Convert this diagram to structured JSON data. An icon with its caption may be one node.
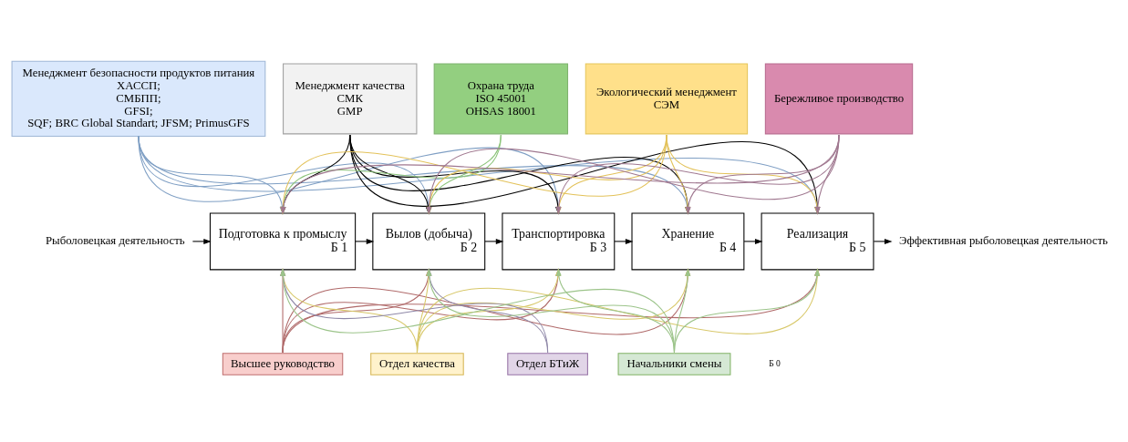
{
  "diagram": {
    "nodes": [
      {
        "text": [
          "Менеджмент безопасности продуктов питания",
          "ХАССП; СМБПП; GFSI; SQF; BRC Global Standart; JFSM; PrimusGFS"
        ]
      },
      {
        "text": [
          "Менеджмент качества",
          "СМК",
          "GMP"
        ]
      },
      {
        "text": [
          "Охрана труда",
          "ISO 45001",
          "OHSAS 18001"
        ]
      },
      {
        "text": [
          "Экологический менеджмент",
          "СЭМ"
        ]
      },
      {
        "text": [
          "Бережливое производство"
        ]
      },
      {
        "text": [
          "Рыболовецкая деятельность"
        ]
      },
      {
        "text": [
          "Подготовка к промыслу",
          "Б 1"
        ]
      },
      {
        "text": [
          "Вылов (добыча)",
          "Б 2"
        ]
      },
      {
        "text": [
          "Транспортировка",
          "Б 3"
        ]
      },
      {
        "text": [
          "Хранение",
          "Б 4"
        ]
      },
      {
        "text": [
          "Реализация",
          "Б 5"
        ]
      },
      {
        "text": [
          "Эффективная рыболовецкая деятельность"
        ]
      },
      {
        "text": [
          "Высшее руководство"
        ]
      },
      {
        "text": [
          "Отдел качества"
        ]
      },
      {
        "text": [
          "Отдел БТиЖ"
        ]
      },
      {
        "text": [
          "Начальники смены"
        ]
      }
    ],
    "edges": [
      {
        "from": 5,
        "to": 6,
        "arrow": "to"
      },
      {
        "from": 6,
        "to": 7,
        "arrow": "to"
      },
      {
        "from": 7,
        "to": 8,
        "arrow": "to"
      },
      {
        "from": 8,
        "to": 9,
        "arrow": "to"
      },
      {
        "from": 9,
        "to": 10,
        "arrow": "to"
      },
      {
        "from": 10,
        "to": 11,
        "arrow": "to"
      },
      {
        "from": 0,
        "to": 6,
        "arrow": "to",
        "color": "#7f9fc4"
      },
      {
        "from": 0,
        "to": 7,
        "arrow": "to",
        "color": "#7f9fc4"
      },
      {
        "from": 0,
        "to": 8,
        "arrow": "to",
        "color": "#7f9fc4"
      },
      {
        "from": 0,
        "to": 9,
        "arrow": "to",
        "color": "#7f9fc4"
      },
      {
        "from": 0,
        "to": 10,
        "arrow": "to",
        "color": "#7f9fc4"
      },
      {
        "from": 1,
        "to": 6,
        "arrow": "to"
      },
      {
        "from": 1,
        "to": 7,
        "arrow": "to"
      },
      {
        "from": 1,
        "to": 8,
        "arrow": "to"
      },
      {
        "from": 1,
        "to": 9,
        "arrow": "to"
      },
      {
        "from": 1,
        "to": 10,
        "arrow": "to"
      },
      {
        "from": 2,
        "to": 6,
        "arrow": "to",
        "color": "#8cc47a"
      },
      {
        "from": 2,
        "to": 7,
        "arrow": "to",
        "color": "#8cc47a"
      },
      {
        "from": 3,
        "to": 6,
        "arrow": "to",
        "color": "#e3c25a"
      },
      {
        "from": 3,
        "to": 7,
        "arrow": "to",
        "color": "#e3c25a"
      },
      {
        "from": 3,
        "to": 8,
        "arrow": "to",
        "color": "#e3c25a"
      },
      {
        "from": 3,
        "to": 9,
        "arrow": "to",
        "color": "#e3c25a"
      },
      {
        "from": 3,
        "to": 10,
        "arrow": "to",
        "color": "#e3c25a"
      },
      {
        "from": 4,
        "to": 6,
        "arrow": "to",
        "color": "#a07890"
      },
      {
        "from": 4,
        "to": 7,
        "arrow": "to",
        "color": "#a07890"
      },
      {
        "from": 4,
        "to": 8,
        "arrow": "to",
        "color": "#a07890"
      },
      {
        "from": 4,
        "to": 9,
        "arrow": "to",
        "color": "#a07890"
      },
      {
        "from": 4,
        "to": 10,
        "arrow": "to",
        "color": "#a07890"
      },
      {
        "from": 12,
        "to": 6,
        "arrow": "to",
        "color": "#b06a6a"
      },
      {
        "from": 12,
        "to": 7,
        "arrow": "to",
        "color": "#b06a6a"
      },
      {
        "from": 12,
        "to": 8,
        "arrow": "to",
        "color": "#b06a6a"
      },
      {
        "from": 12,
        "to": 9,
        "arrow": "to",
        "color": "#b06a6a"
      },
      {
        "from": 12,
        "to": 10,
        "arrow": "to",
        "color": "#b06a6a"
      },
      {
        "from": 13,
        "to": 6,
        "arrow": "to",
        "color": "#d8c86a"
      },
      {
        "from": 13,
        "to": 7,
        "arrow": "to",
        "color": "#d8c86a"
      },
      {
        "from": 13,
        "to": 8,
        "arrow": "to",
        "color": "#d8c86a"
      },
      {
        "from": 13,
        "to": 9,
        "arrow": "to",
        "color": "#d8c86a"
      },
      {
        "from": 13,
        "to": 10,
        "arrow": "to",
        "color": "#d8c86a"
      },
      {
        "from": 14,
        "to": 6,
        "arrow": "to",
        "color": "#8f88a8"
      },
      {
        "from": 14,
        "to": 7,
        "arrow": "to",
        "color": "#8f88a8"
      },
      {
        "from": 15,
        "to": 6,
        "arrow": "to",
        "color": "#9cc48a"
      },
      {
        "from": 15,
        "to": 7,
        "arrow": "to",
        "color": "#9cc48a"
      },
      {
        "from": 15,
        "to": 8,
        "arrow": "to",
        "color": "#9cc48a"
      },
      {
        "from": 15,
        "to": 9,
        "arrow": "to",
        "color": "#9cc48a"
      },
      {
        "from": 15,
        "to": 10,
        "arrow": "to",
        "color": "#9cc48a"
      }
    ],
    "labels": [
      "Б 0"
    ]
  }
}
